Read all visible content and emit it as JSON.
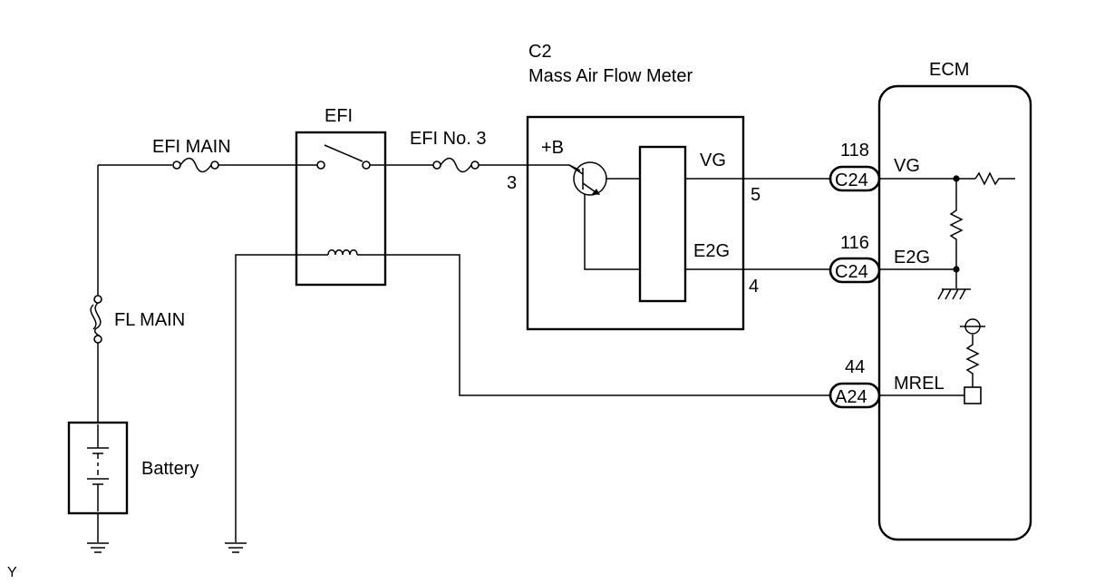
{
  "components": {
    "efi_main_fuse": "EFI MAIN",
    "efi_relay": "EFI",
    "efi_no3_fuse": "EFI No. 3",
    "maf_code": "C2",
    "maf_name": "Mass Air Flow Meter",
    "fl_main": "FL MAIN",
    "battery": "Battery",
    "ecm": "ECM"
  },
  "maf_pins": {
    "plus_b": "+B",
    "plus_b_pin": "3",
    "vg": "VG",
    "vg_pin": "5",
    "e2g": "E2G",
    "e2g_pin": "4"
  },
  "ecm_connectors": [
    {
      "pin": "118",
      "connector": "C24",
      "signal": "VG"
    },
    {
      "pin": "116",
      "connector": "C24",
      "signal": "E2G"
    },
    {
      "pin": "44",
      "connector": "A24",
      "signal": "MREL"
    }
  ],
  "corner_mark": "Y"
}
